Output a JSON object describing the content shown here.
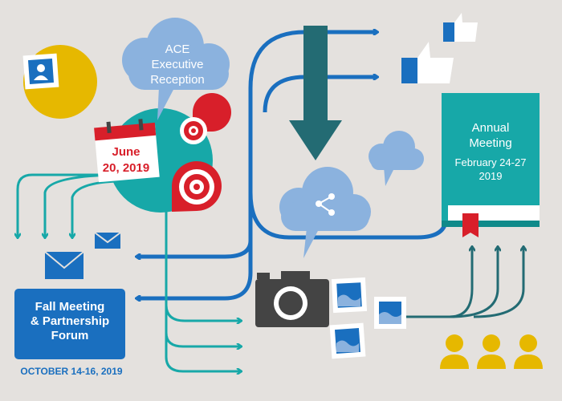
{
  "cloud": {
    "line1": "ACE",
    "line2": "Executive",
    "line3": "Reception"
  },
  "calendar": {
    "line1": "June",
    "line2": "20, 2019"
  },
  "book": {
    "line1": "Annual",
    "line2": "Meeting",
    "line3": "February 24-27",
    "line4": "2019"
  },
  "forum": {
    "line1": "Fall Meeting",
    "line2": "& Partnership",
    "line3": "Forum",
    "date": "OCTOBER 14-16, 2019"
  },
  "colors": {
    "blue": "#1a6fbf",
    "teal": "#17a8a8",
    "dark_teal": "#236b73",
    "red": "#d81f2a",
    "cloud": "#8bb2de",
    "gold": "#e6b800"
  }
}
